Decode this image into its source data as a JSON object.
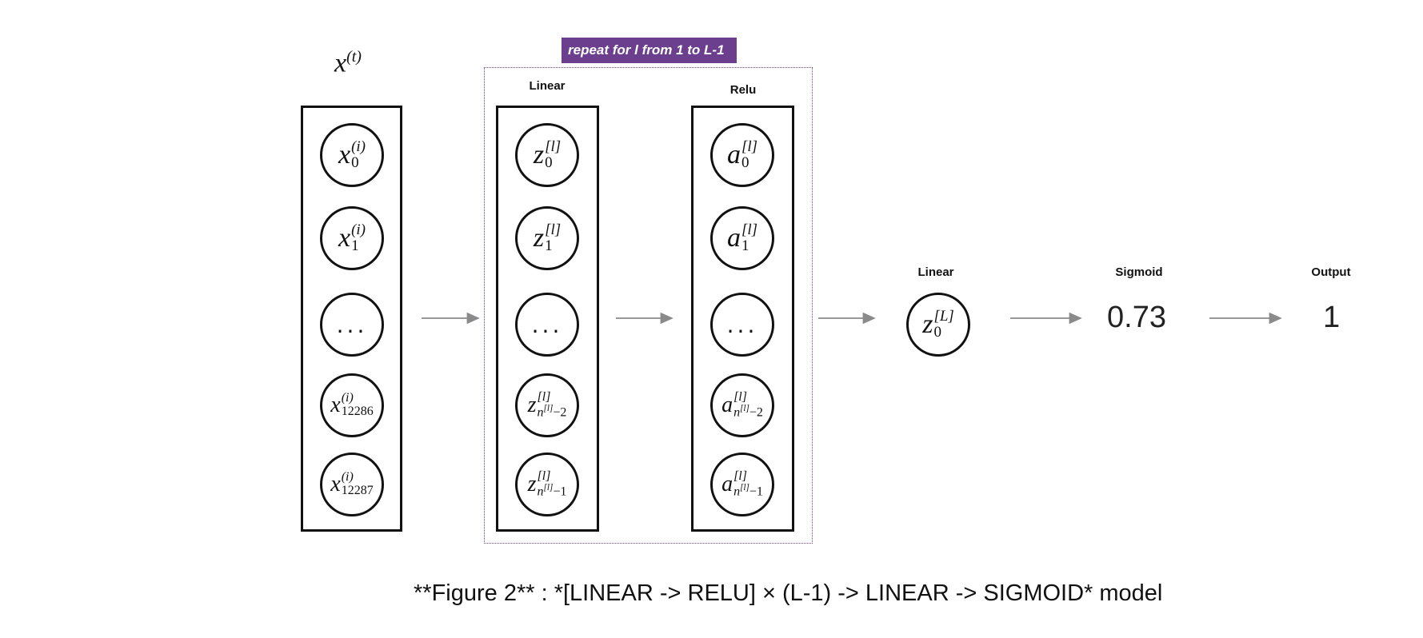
{
  "input": {
    "title_base": "x",
    "title_sup": "(t)",
    "nodes": [
      {
        "base": "x",
        "sup": "(i)",
        "sub": "0"
      },
      {
        "base": "x",
        "sup": "(i)",
        "sub": "1"
      },
      {
        "dots": "..."
      },
      {
        "base": "x",
        "sup": "(i)",
        "sub": "12286"
      },
      {
        "base": "x",
        "sup": "(i)",
        "sub": "12287"
      }
    ]
  },
  "repeat": {
    "label": "repeat for l from 1 to L-1"
  },
  "linear_layer": {
    "label": "Linear",
    "nodes": [
      {
        "base": "z",
        "sup": "[l]",
        "sub": "0"
      },
      {
        "base": "z",
        "sup": "[l]",
        "sub": "1"
      },
      {
        "dots": "..."
      },
      {
        "base": "z",
        "sup": "[l]",
        "sub_n": "n",
        "sub_nsup": "[l]",
        "sub_tail": "−2"
      },
      {
        "base": "z",
        "sup": "[l]",
        "sub_n": "n",
        "sub_nsup": "[l]",
        "sub_tail": "−1"
      }
    ]
  },
  "relu_layer": {
    "label": "Relu",
    "nodes": [
      {
        "base": "a",
        "sup": "[l]",
        "sub": "0"
      },
      {
        "base": "a",
        "sup": "[l]",
        "sub": "1"
      },
      {
        "dots": "..."
      },
      {
        "base": "a",
        "sup": "[l]",
        "sub_n": "n",
        "sub_nsup": "[l]",
        "sub_tail": "−2"
      },
      {
        "base": "a",
        "sup": "[l]",
        "sub_n": "n",
        "sub_nsup": "[l]",
        "sub_tail": "−1"
      }
    ]
  },
  "final_linear": {
    "label": "Linear",
    "node": {
      "base": "z",
      "sup": "[L]",
      "sub": "0"
    }
  },
  "sigmoid": {
    "label": "Sigmoid",
    "value": "0.73"
  },
  "output": {
    "label": "Output",
    "value": "1"
  },
  "caption": "**Figure 2** : *[LINEAR -> RELU] × (L-1) -> LINEAR -> SIGMOID* model"
}
